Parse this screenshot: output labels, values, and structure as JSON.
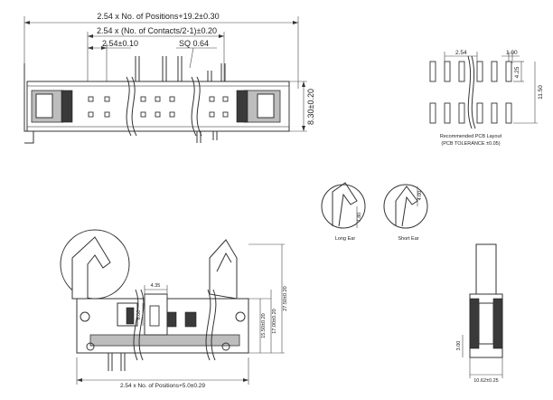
{
  "front_view": {
    "overall_dim": "2.54 x No. of Positions+19.2±0.30",
    "contacts_dim": "2.54 x (No. of Contacts/2-1)±0.20",
    "pitch_dim": "2.54±0.10",
    "pin_dim": "SQ 0.64",
    "height_dim": "8.30±0.20"
  },
  "pcb_layout": {
    "pitch_dim": "2.54",
    "pad_width_dim": "1.00",
    "pad_height_dim": "4.25",
    "row_spacing_dim": "11.50",
    "title": "Recommended PCB Layout",
    "tolerance": "(PCB TOLERANCE ±0.05)"
  },
  "ear_options": {
    "long_ear_dim": "7.80",
    "long_ear_label": "Long Ear",
    "short_ear_dim": "4.00",
    "short_ear_label": "Short Ear"
  },
  "side_view": {
    "key_width_dim": "4.35",
    "key_height_dim": "6.00",
    "height_a_dim": "15.50±0.20",
    "height_b_dim": "17.00±0.20",
    "height_c_dim": "27.50±0.20",
    "bottom_dim": "2.54 x No. of Positions+5.0±0.29"
  },
  "end_view": {
    "tail_dim": "3.00",
    "width_dim": "10.62±0.25"
  }
}
